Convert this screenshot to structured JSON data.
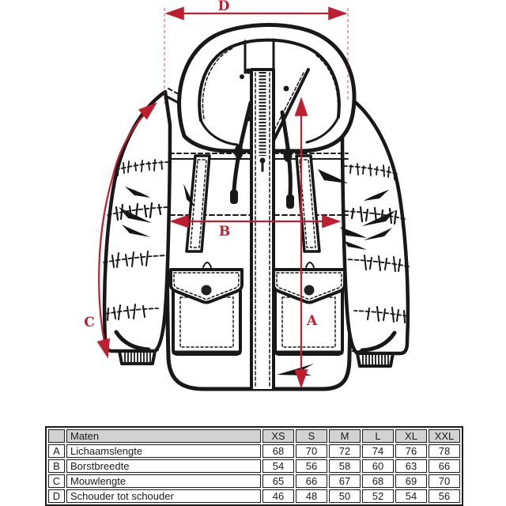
{
  "diagram": {
    "type": "jacket-measurement-sketch",
    "labels": {
      "a": "A",
      "b": "B",
      "c": "C",
      "d": "D"
    },
    "arrows": [
      {
        "label": "A",
        "orientation": "vertical",
        "meaning_row": "Lichaamslengte"
      },
      {
        "label": "B",
        "orientation": "horizontal",
        "meaning_row": "Borstbreedte"
      },
      {
        "label": "C",
        "orientation": "curved-sleeve",
        "meaning_row": "Mouwlengte"
      },
      {
        "label": "D",
        "orientation": "horizontal-top",
        "meaning_row": "Schouder tot schouder"
      }
    ]
  },
  "table": {
    "header": {
      "corner": "",
      "name": "Maten",
      "sizes": [
        "XS",
        "S",
        "M",
        "L",
        "XL",
        "XXL"
      ]
    },
    "rows": [
      {
        "letter": "A",
        "name": "Lichaamslengte",
        "values": [
          "68",
          "70",
          "72",
          "74",
          "76",
          "78"
        ]
      },
      {
        "letter": "B",
        "name": "Borstbreedte",
        "values": [
          "54",
          "56",
          "58",
          "60",
          "63",
          "66"
        ]
      },
      {
        "letter": "C",
        "name": "Mouwlengte",
        "values": [
          "65",
          "66",
          "67",
          "68",
          "69",
          "70"
        ]
      },
      {
        "letter": "D",
        "name": "Schouder tot schouder",
        "values": [
          "46",
          "48",
          "50",
          "52",
          "54",
          "56"
        ]
      }
    ]
  },
  "colors": {
    "accent": "#be1e2d",
    "line": "#181818",
    "header_bg": "#d2d2d2"
  }
}
